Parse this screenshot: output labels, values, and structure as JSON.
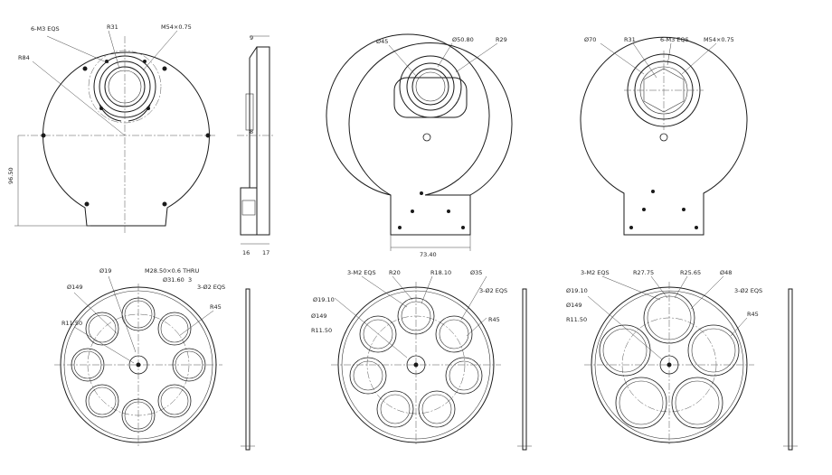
{
  "views": {
    "top_left": {
      "labels": [
        "6-M3 EQS",
        "R31",
        "M54×0.75",
        "R84",
        "96.50"
      ]
    },
    "side": {
      "labels": [
        "9",
        "8",
        "16",
        "17"
      ]
    },
    "top_center": {
      "labels": [
        "Ø45",
        "Ø50.80",
        "R29",
        "73.40"
      ]
    },
    "top_right": {
      "labels": [
        "Ø70",
        "R31",
        "6-M3 EQS",
        "M54×0.75"
      ]
    },
    "bottom_left": {
      "labels": [
        "Ø19",
        "M28.50×0.6 THRU",
        "Ø31.60",
        "3",
        "3-Ø2 EQS",
        "Ø149",
        "R45",
        "R11.50"
      ]
    },
    "bottom_center": {
      "labels": [
        "3-M2 EQS",
        "R20",
        "R18.10",
        "Ø35",
        "Ø19.10",
        "3-Ø2 EQS",
        "Ø149",
        "R11.50",
        "R45"
      ]
    },
    "bottom_right": {
      "labels": [
        "3-M2 EQS",
        "R27.75",
        "R25.65",
        "Ø48",
        "Ø19.10",
        "3-Ø2 EQS",
        "Ø149",
        "R11.50",
        "R45"
      ]
    }
  },
  "colors": {
    "line": "#1a1a1a",
    "background": "#ffffff"
  }
}
